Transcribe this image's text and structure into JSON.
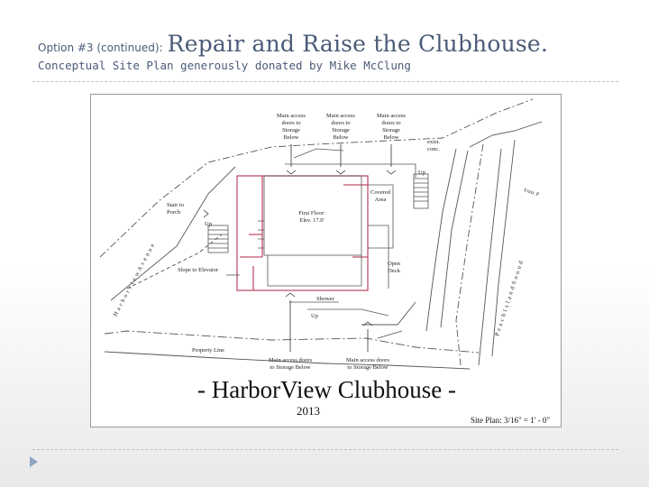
{
  "slide": {
    "title_prefix": "Option #3 (continued):",
    "title_main": "Repair and Raise the Clubhouse.",
    "subtitle": "Conceptual Site Plan generously donated by Mike McClung"
  },
  "plan": {
    "main_title": "- HarborView  Clubhouse -",
    "year": "2013",
    "scale_label": "Site Plan:  3/16\" = 1' - 0\"",
    "street_label": "H a r b o r v i e w    A v e n u e",
    "sound_label": "P e a c h    I s l a n d    S o u n d",
    "access_top_1": [
      "Main access",
      "doors to",
      "Storage",
      "Below"
    ],
    "access_top_2": [
      "Main access",
      "doors to",
      "Storage",
      "Below"
    ],
    "access_top_3": [
      "Main access",
      "doors to",
      "Storage",
      "Below"
    ],
    "access_bottom_1": [
      "Main access doors",
      "to Storage Below"
    ],
    "access_bottom_2": [
      "Main access doors",
      "to Storage Below"
    ],
    "first_floor": [
      "First Floor:",
      "Elev. 17.0'"
    ],
    "covered_area": [
      "Covered",
      "Area"
    ],
    "open_deck": [
      "Open",
      "Deck"
    ],
    "stair_to_porch": [
      "Stair to",
      "Porch"
    ],
    "exist_conc": [
      "exist.",
      "conc."
    ],
    "exist_label": "Exist. P",
    "slope_to_elevator": "Slope to Elevator",
    "shower": "Shower",
    "up_label": "Up",
    "property_line": "Property Line",
    "colors": {
      "wall": "#c0506a",
      "line": "#555555",
      "text": "#4b5b78"
    }
  }
}
